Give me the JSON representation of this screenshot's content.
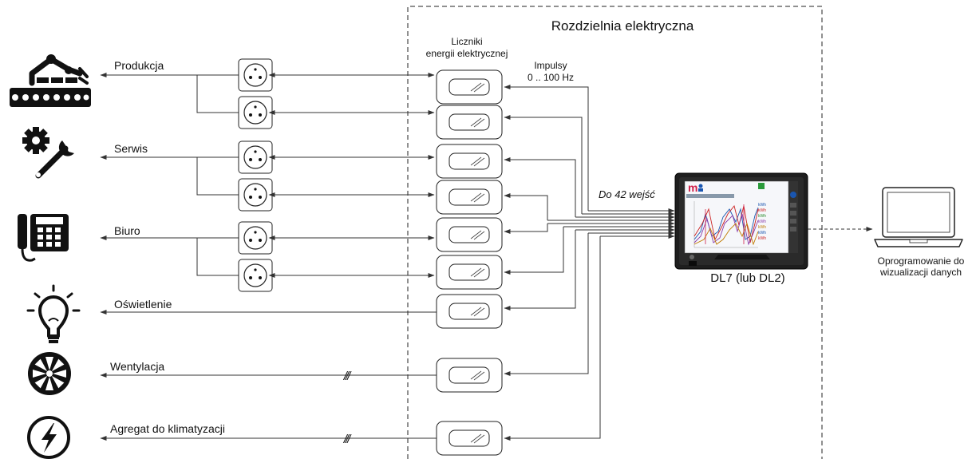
{
  "panel": {
    "title": "Rozdzielnia elektryczna"
  },
  "meters_heading": {
    "line1": "Liczniki",
    "line2": "energii elektrycznej"
  },
  "impulses": {
    "line1": "Impulsy",
    "line2": "0 .. 100 Hz"
  },
  "inputs_label": "Do 42 wejść",
  "device_label": "DL7 (lub DL2)",
  "screen": {
    "logo": "m",
    "readouts": [
      {
        "text": "kWh",
        "color": "#1a56b0"
      },
      {
        "text": "kWh",
        "color": "#cc2222"
      },
      {
        "text": "kWh",
        "color": "#2a8a2a"
      },
      {
        "text": "kWh",
        "color": "#8a3aa8"
      },
      {
        "text": "kWh",
        "color": "#c07a00"
      },
      {
        "text": "kWh",
        "color": "#1a56b0"
      },
      {
        "text": "kWh",
        "color": "#cc2222"
      }
    ]
  },
  "software": {
    "line1": "Oprogramowanie do",
    "line2": "wizualizacji danych"
  },
  "consumers": [
    {
      "label": "Produkcja",
      "icon": "robot-arm-conveyor-icon"
    },
    {
      "label": "Serwis",
      "icon": "gear-wrench-icon"
    },
    {
      "label": "Biuro",
      "icon": "office-phone-icon"
    },
    {
      "label": "Oświetlenie",
      "icon": "light-bulb-icon"
    },
    {
      "label": "Wentylacja",
      "icon": "fan-icon"
    },
    {
      "label": "Agregat do klimatyzacji",
      "icon": "power-bolt-icon"
    }
  ],
  "three_phase_mark": "///",
  "colors": {
    "line": "#333333",
    "outline": "#222222",
    "device_body": "#1e1e1e",
    "screen_blue": "#1a56b0"
  }
}
